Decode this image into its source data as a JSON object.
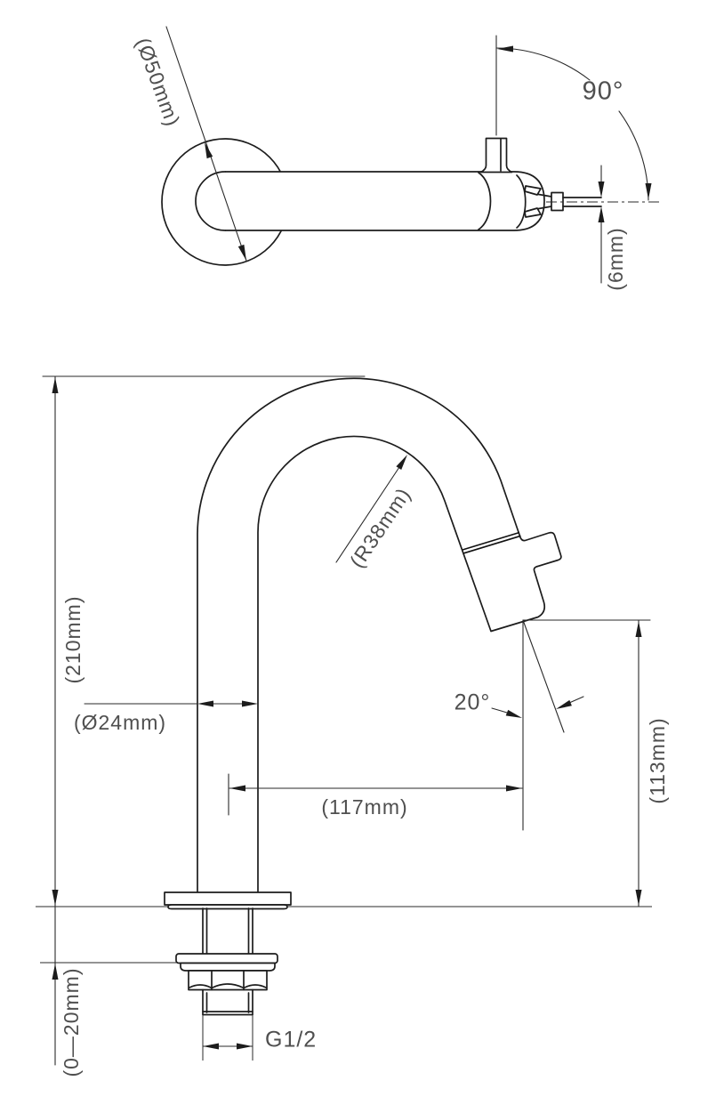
{
  "colors": {
    "line": "#1c1c1c",
    "dimension": "#2a2a2a",
    "text": "#4f4f4f",
    "background": "#ffffff"
  },
  "top_view": {
    "flange_diameter_label": "(Ø50mm)",
    "handle_angle_label": "90°",
    "outlet_diameter_label": "(6mm)"
  },
  "front_view": {
    "overall_height_label": "(210mm)",
    "bend_radius_label": "(R38mm)",
    "tube_diameter_label": "(Ø24mm)",
    "spout_reach_label": "(117mm)",
    "outlet_height_label": "(113mm)",
    "outlet_angle_label": "20°",
    "mounting_range_label": "(0—20mm)",
    "thread_size_label": "G1/2"
  }
}
